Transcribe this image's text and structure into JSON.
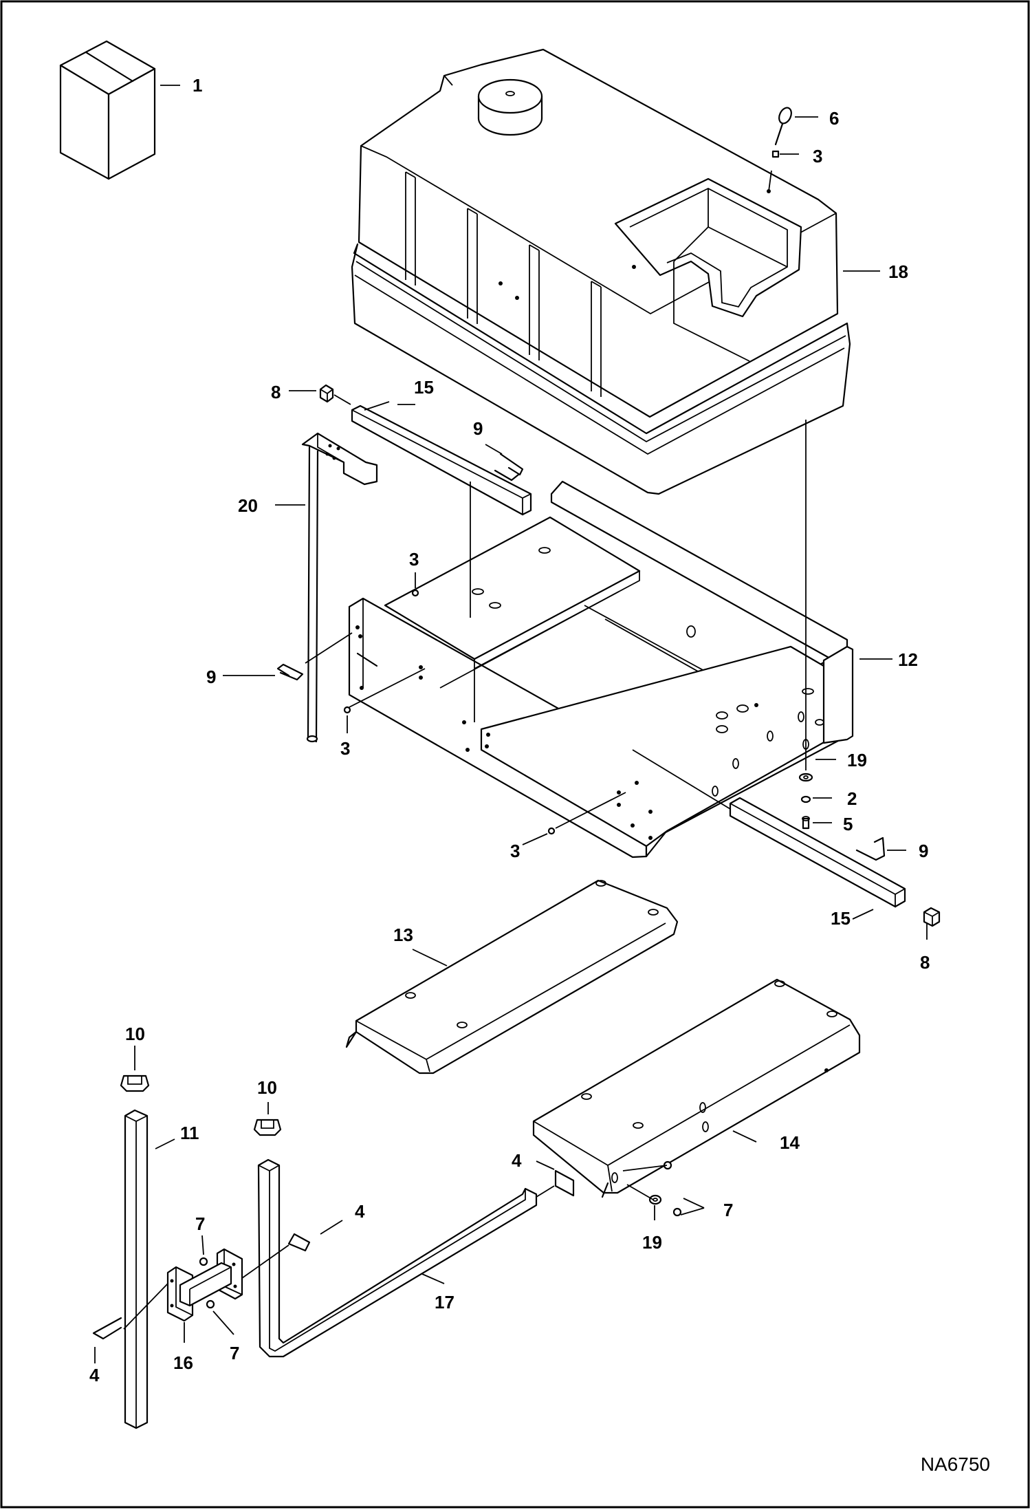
{
  "diagram": {
    "drawing_number": "NA6750",
    "callouts": [
      {
        "id": "c1",
        "label": "1"
      },
      {
        "id": "c6",
        "label": "6"
      },
      {
        "id": "c3a",
        "label": "3"
      },
      {
        "id": "c18",
        "label": "18"
      },
      {
        "id": "c8a",
        "label": "8"
      },
      {
        "id": "c15a",
        "label": "15"
      },
      {
        "id": "c9a",
        "label": "9"
      },
      {
        "id": "c20",
        "label": "20"
      },
      {
        "id": "c3b",
        "label": "3"
      },
      {
        "id": "c9b",
        "label": "9"
      },
      {
        "id": "c3c",
        "label": "3"
      },
      {
        "id": "c12",
        "label": "12"
      },
      {
        "id": "c19a",
        "label": "19"
      },
      {
        "id": "c2",
        "label": "2"
      },
      {
        "id": "c5",
        "label": "5"
      },
      {
        "id": "c3d",
        "label": "3"
      },
      {
        "id": "c9c",
        "label": "9"
      },
      {
        "id": "c15b",
        "label": "15"
      },
      {
        "id": "c8b",
        "label": "8"
      },
      {
        "id": "c13",
        "label": "13"
      },
      {
        "id": "c10a",
        "label": "10"
      },
      {
        "id": "c11",
        "label": "11"
      },
      {
        "id": "c10b",
        "label": "10"
      },
      {
        "id": "c4a",
        "label": "4"
      },
      {
        "id": "c14",
        "label": "14"
      },
      {
        "id": "c4b",
        "label": "4"
      },
      {
        "id": "c7a",
        "label": "7"
      },
      {
        "id": "c7b",
        "label": "7"
      },
      {
        "id": "c19b",
        "label": "19"
      },
      {
        "id": "c17",
        "label": "17"
      },
      {
        "id": "c4c",
        "label": "4"
      },
      {
        "id": "c16",
        "label": "16"
      },
      {
        "id": "c7c",
        "label": "7"
      }
    ]
  }
}
